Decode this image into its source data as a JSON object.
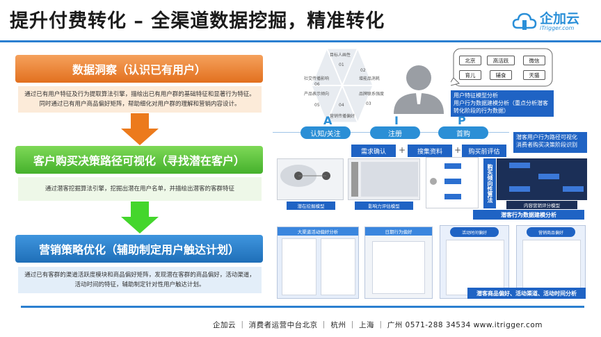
{
  "header": {
    "title": "提升付费转化  –  全渠道数据挖掘，精准转化",
    "logo_text": "企加云",
    "logo_sub": "iTrigger.com"
  },
  "steps": [
    {
      "title": "数据洞察（认识已有用户）",
      "desc": "通过已有用户特征及行为提取算法引擎，描绘出已有用户群的基础特征和显著行为特征。同时通过已有用户商品偏好矩阵，帮助细化对用户群的理解和营销内容设计。"
    },
    {
      "title": "客户购买决策路径可视化（寻找潜在客户）",
      "desc": "通过潜客挖掘算法引擎，挖掘出潜在用户名单，并描绘出潜客的客群特征"
    },
    {
      "title": "营销策略优化（辅助制定用户触达计划）",
      "desc": "通过已有客群的渠道活跃度模块和商品偏好矩阵，发现潜在客群的商品偏好，活动渠道，活动时间的特征，辅助制定针对性用户触达计划。"
    }
  ],
  "hexagon": {
    "labels": [
      "目标人画性",
      "01",
      "社交传播影响",
      "06",
      "02",
      "增能品消耗",
      "产品表示倾向",
      "05",
      "03",
      "品牌联系强度",
      "04",
      "营销传播偏好"
    ]
  },
  "aip": {
    "letters": [
      "A",
      "I",
      "P"
    ],
    "stages": [
      "认知/关注",
      "注册",
      "首购"
    ]
  },
  "tags": [
    "北京",
    "高活跃",
    "微信",
    "育儿",
    "辅食",
    "天猫"
  ],
  "profile_note": "用户特征模型分析\n用户行为数据建模分析（重点分析潜客转化阶段的行为数据）",
  "decision": {
    "steps": [
      "需求确认",
      "搜集资料",
      "购买前评估"
    ],
    "plus": "+"
  },
  "path_note": "潜客用户行为路径可视化\n消费者购买决策阶段识别",
  "captions": {
    "c1": "潜在挖掘模型",
    "c2": "影响力评估模型",
    "side_label": "购买倾向性算法",
    "c3": "内容营销评分模型",
    "path_model": "潜客行为数据建模分析",
    "s1": "大渠道活动偏好分析",
    "s2": "日期行为偏好",
    "s3": "活动时间偏好",
    "s4": "营销商品偏好",
    "bottom": "潜客商品偏好、活动渠道、活动时间分析"
  },
  "footer": {
    "text": "企加云 ｜ 消费者运营中台北京 ｜ 杭州 ｜ 上海 ｜ 广州  0571-288 34534  www.itrigger.com"
  },
  "colors": {
    "orange": "#e2701f",
    "green": "#45b12c",
    "blue": "#1f6fb8",
    "accent": "#2b8fd6"
  }
}
